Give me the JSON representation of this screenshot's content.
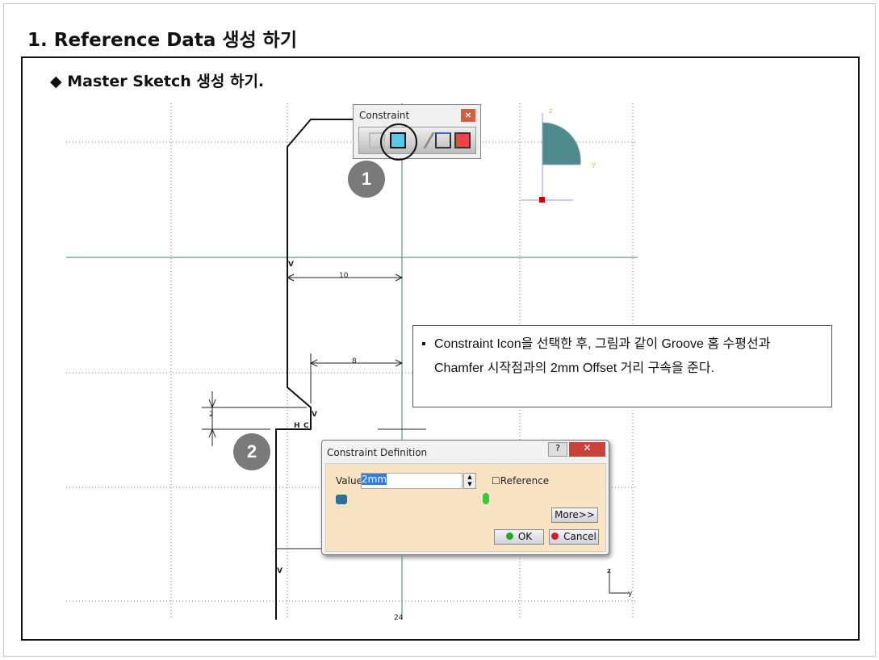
{
  "title": "1. Reference Data 생성 하기",
  "subtitle": "◆ Master Sketch 생성 하기.",
  "toolbar": {
    "title": "Constraint",
    "close": "×"
  },
  "badges": [
    "1",
    "2"
  ],
  "sketch": {
    "dims": [
      "10",
      "8",
      "2",
      "24"
    ],
    "marks": [
      "V",
      "V",
      "H",
      "C",
      "V"
    ],
    "axes": {
      "z": "z",
      "y": "y"
    }
  },
  "note": "Constraint Icon을 선택한 후, 그림과 같이 Groove 홈 수평선과 Chamfer 시작점과의 2mm Offset 거리 구속을 준다.",
  "dialog": {
    "title": "Constraint Definition",
    "help": "?",
    "close": "✕",
    "value_label": "Value",
    "value": "2mm",
    "reference_label": "Reference",
    "more": "More>>",
    "ok": "OK",
    "cancel": "Cancel",
    "colors": {
      "ok": "#22aa22",
      "cancel": "#cc2222"
    }
  }
}
